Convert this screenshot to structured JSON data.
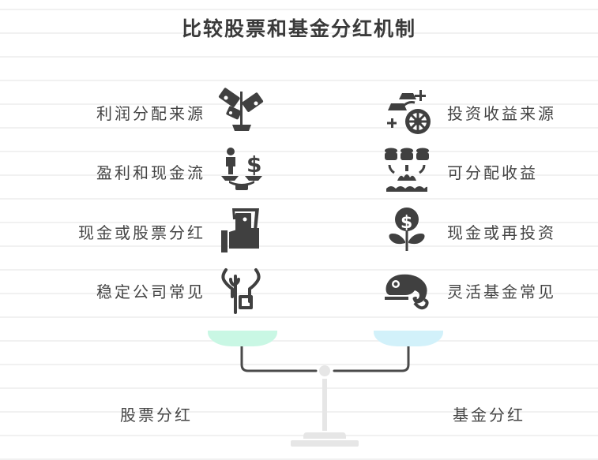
{
  "title": "比较股票和基金分红机制",
  "left_side": {
    "name": "股票分红",
    "pan_color": "#c9f7e4",
    "items": [
      {
        "label": "利润分配来源",
        "icon": "money-tree-icon"
      },
      {
        "label": "盈利和现金流",
        "icon": "person-dollar-scale-icon"
      },
      {
        "label": "现金或股票分红",
        "icon": "hand-receiving-cash-icon"
      },
      {
        "label": "稳定公司常见",
        "icon": "growing-plant-arms-icon"
      }
    ]
  },
  "right_side": {
    "name": "基金分红",
    "pan_color": "#d2f1fa",
    "items": [
      {
        "label": "投资收益来源",
        "icon": "gold-bars-wheel-icon"
      },
      {
        "label": "可分配收益",
        "icon": "coin-stacks-flow-icon"
      },
      {
        "label": "现金或再投资",
        "icon": "dollar-flower-icon"
      },
      {
        "label": "灵活基金常见",
        "icon": "chameleon-icon"
      }
    ]
  },
  "colors": {
    "icon": "#404040",
    "beam": "#4a4a4a",
    "stand": "#e6e6e6",
    "rule_line": "#f1f1f1"
  }
}
